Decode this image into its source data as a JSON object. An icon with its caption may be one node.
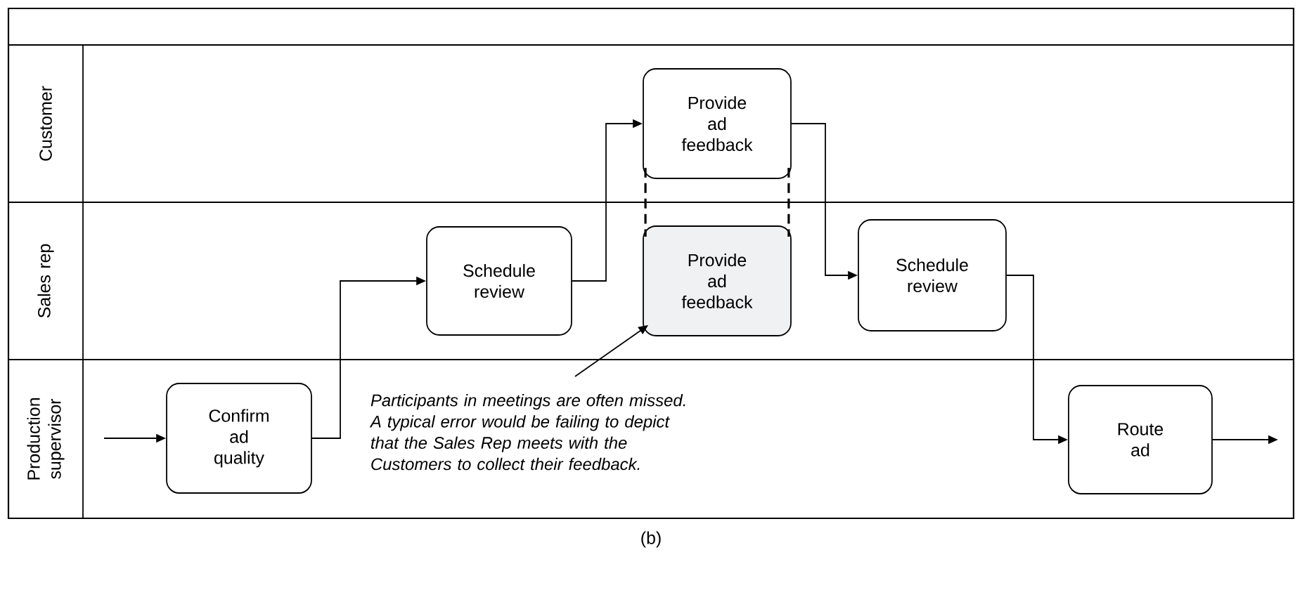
{
  "diagram": {
    "nodes": [
      {
        "text": [
          "Customer"
        ]
      },
      {
        "text": [
          "Sales rep"
        ]
      },
      {
        "text": [
          "Production supervisor"
        ]
      },
      {
        "text": [
          "Confirm ad quality"
        ],
        "in": 2
      },
      {
        "text": [
          "Schedule review"
        ],
        "in": 1
      },
      {
        "text": [
          "Provide ad feedback"
        ],
        "in": 0
      },
      {
        "text": [
          "Provide ad feedback"
        ],
        "in": 1
      },
      {
        "text": [
          "Schedule review"
        ],
        "in": 1
      },
      {
        "text": [
          "Route ad"
        ],
        "in": 2
      },
      {
        "text": [
          "Participants in meetings are often missed. A typical error would be failing to depict that the Sales Rep meets with the Customers to collect their feedback."
        ],
        "in": 2
      }
    ],
    "edges": [
      {
        "from": null,
        "to": 3,
        "arrow": "to"
      },
      {
        "from": 3,
        "to": 4,
        "arrow": "to"
      },
      {
        "from": 4,
        "to": 5,
        "arrow": "to"
      },
      {
        "from": 5,
        "to": 7,
        "arrow": "to"
      },
      {
        "from": 7,
        "to": 8,
        "arrow": "to"
      },
      {
        "from": 8,
        "to": null,
        "arrow": "to"
      },
      {
        "from": 5,
        "to": 6,
        "arrow": "none",
        "style": "dashed"
      },
      {
        "from": 5,
        "to": 6,
        "arrow": "none",
        "style": "dashed"
      },
      {
        "from": 9,
        "to": 6,
        "arrow": "to"
      }
    ],
    "labels": [
      "(b)"
    ]
  }
}
